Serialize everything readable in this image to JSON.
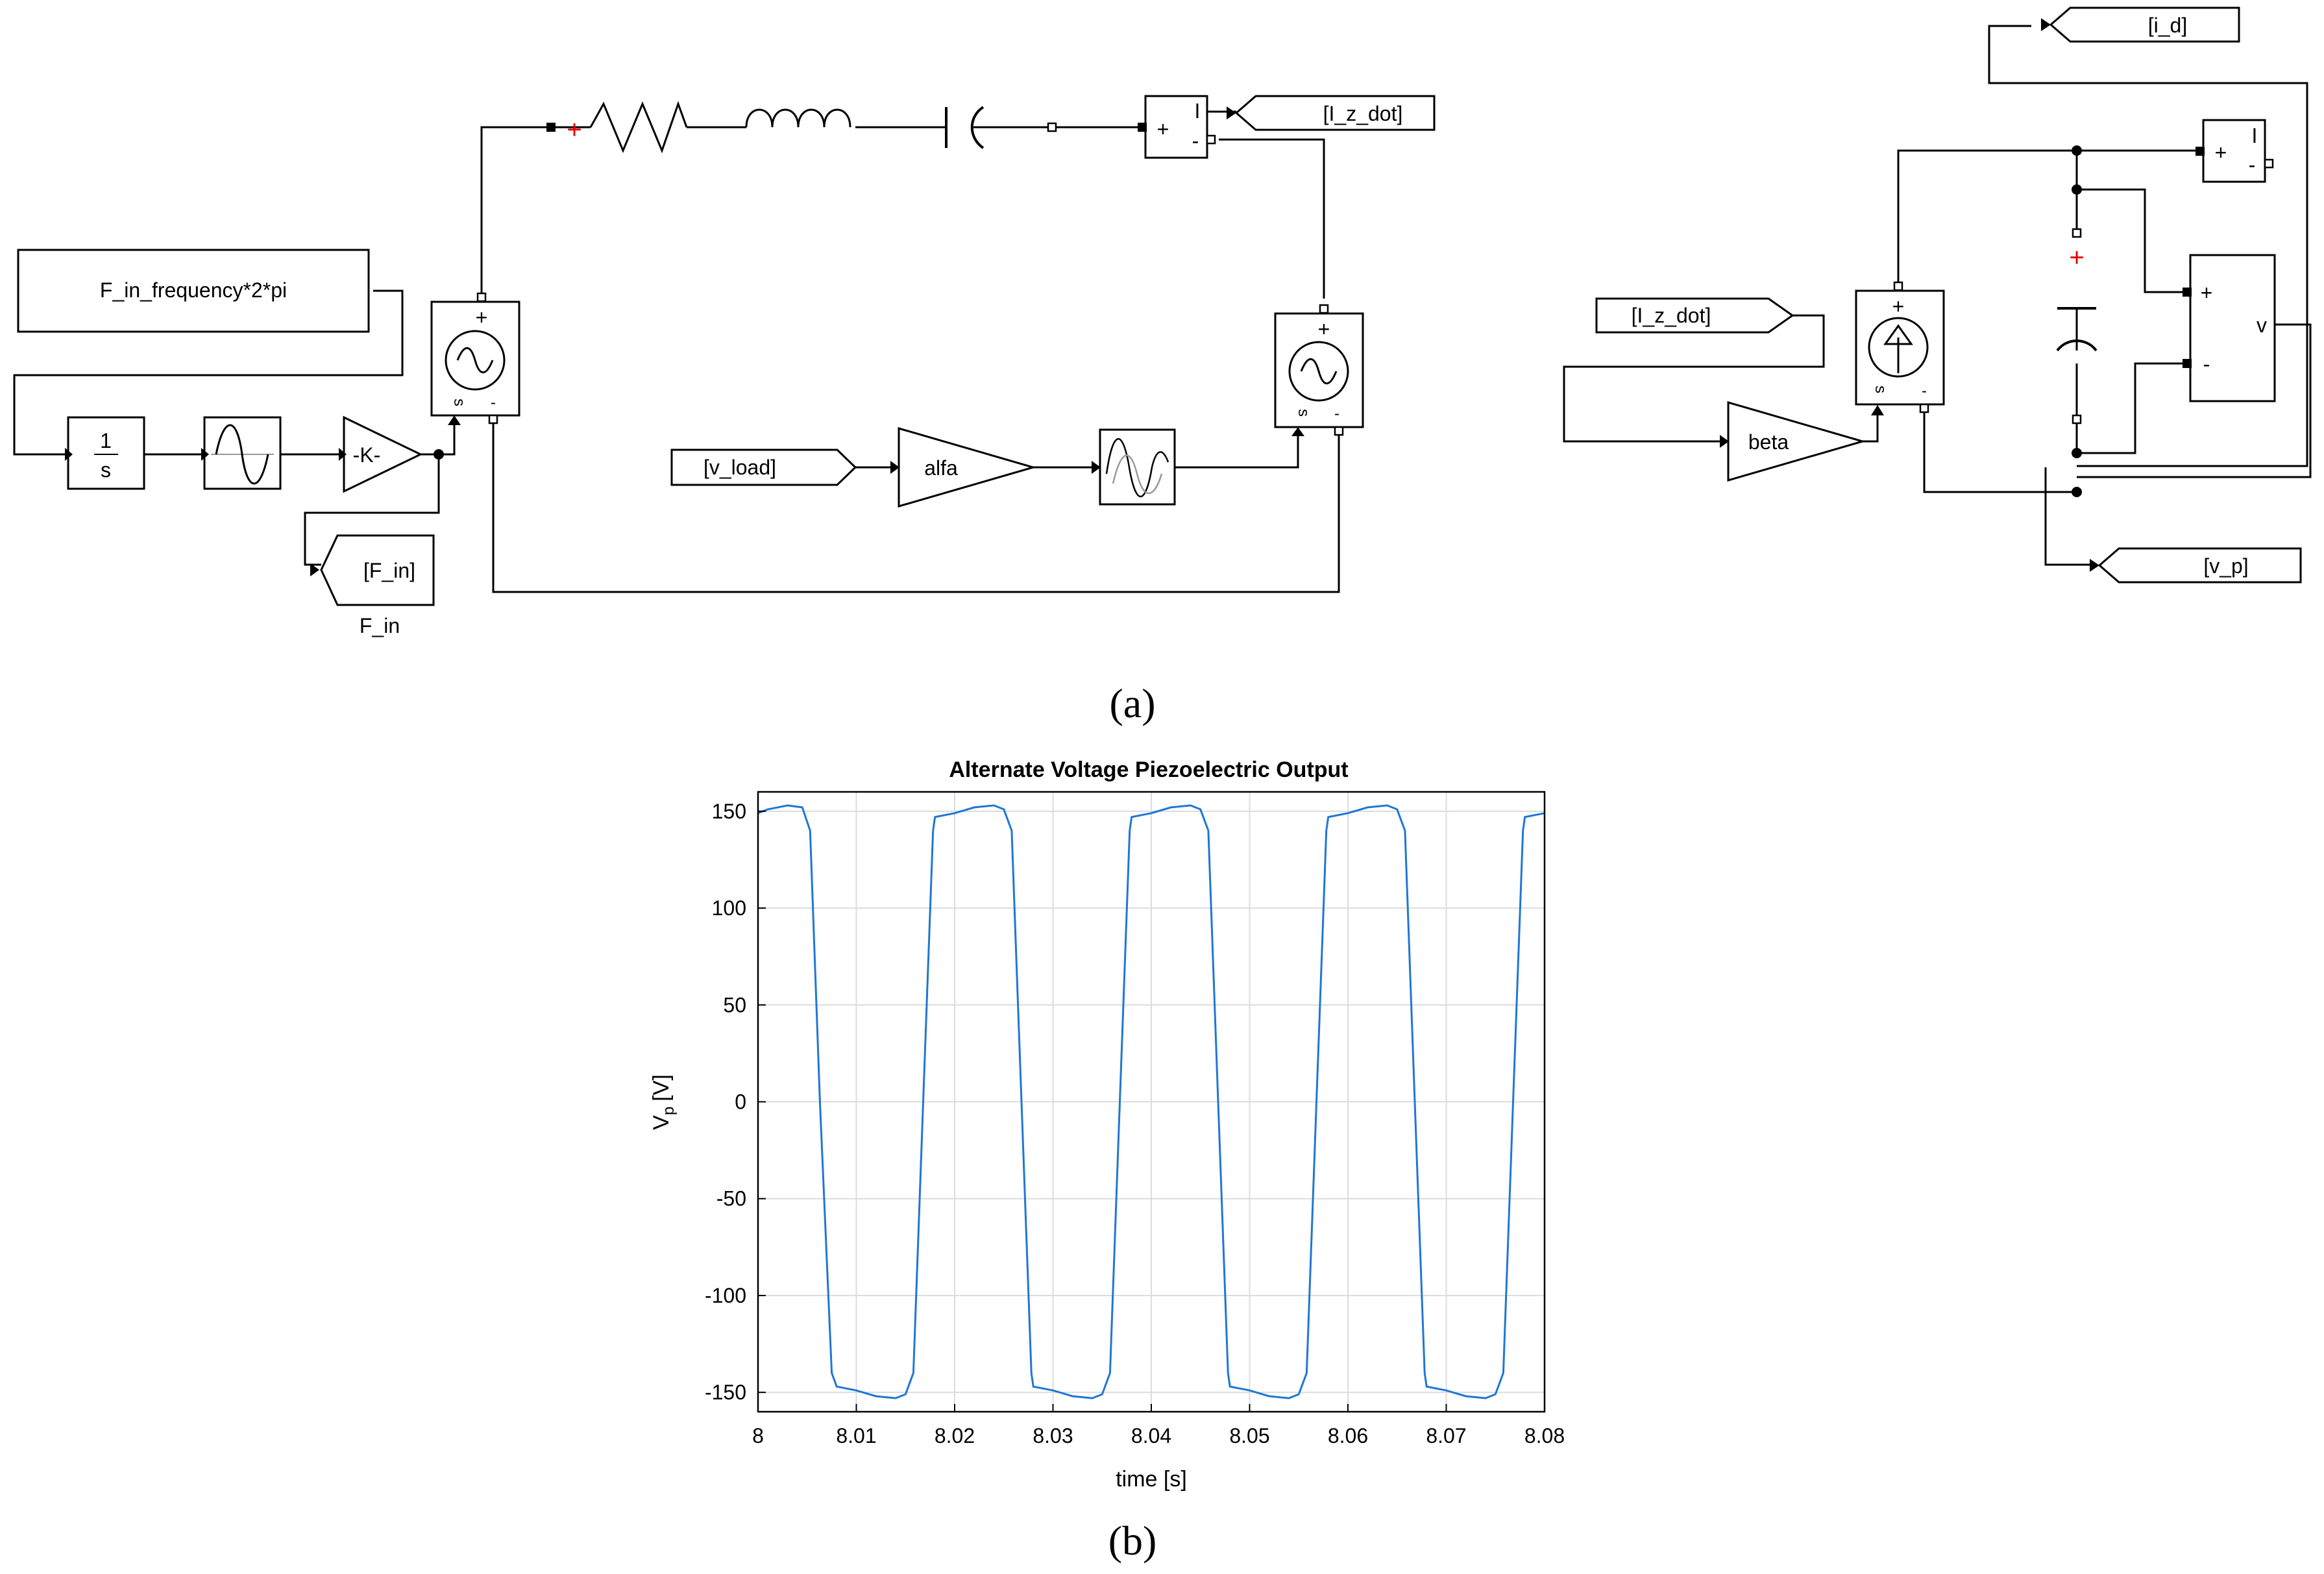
{
  "diagram_a": {
    "caption": "(a)",
    "blocks": {
      "freq_constant": "F_in_frequency*2*pi",
      "integrator_num": "1",
      "integrator_den": "s",
      "gain_k": "-K-",
      "goto_f_in": "[F_in]",
      "goto_f_in_name": "F_in",
      "from_v_load": "[v_load]",
      "gain_alfa": "alfa",
      "goto_i_z_dot": "[I_z_dot]",
      "from_i_z_dot": "[I_z_dot]",
      "gain_beta": "beta",
      "from_i_d": "[i_d]",
      "goto_v_p": "[v_p]",
      "voltmeter_v": "v",
      "current_sensor_i": "I",
      "current_sensor2_i": "I",
      "plus": "+",
      "minus": "-",
      "source_s": "s",
      "source_minus": "-"
    }
  },
  "plot_b": {
    "caption": "(b)"
  },
  "chart_data": {
    "type": "line",
    "title": "Alternate Voltage Piezoelectric Output",
    "xlabel": "time [s]",
    "ylabel_main": "V",
    "ylabel_sub": "p",
    "ylabel_unit": "[V]",
    "xlim": [
      8,
      8.08
    ],
    "ylim": [
      -160,
      160
    ],
    "xticks": [
      8,
      8.01,
      8.02,
      8.03,
      8.04,
      8.05,
      8.06,
      8.07,
      8.08
    ],
    "xtick_labels": [
      "8",
      "8.01",
      "8.02",
      "8.03",
      "8.04",
      "8.05",
      "8.06",
      "8.07",
      "8.08"
    ],
    "yticks": [
      150,
      100,
      50,
      0,
      -50,
      -100,
      -150
    ],
    "ytick_labels": [
      "150",
      "100",
      "50",
      "0",
      "-50",
      "-100",
      "-150"
    ],
    "grid": true,
    "line_color": "#1f77d4",
    "series": [
      {
        "x": [
          8.0,
          8.001,
          8.003,
          8.0045,
          8.0053,
          8.0063,
          8.0075,
          8.008,
          8.01,
          8.012,
          8.014,
          8.015,
          8.0158,
          8.0168,
          8.0178,
          8.018,
          8.02,
          8.022,
          8.024,
          8.025,
          8.0258,
          8.0268,
          8.0278,
          8.028,
          8.03,
          8.032,
          8.034,
          8.035,
          8.0358,
          8.0368,
          8.0378,
          8.038,
          8.04,
          8.042,
          8.044,
          8.045,
          8.0458,
          8.0468,
          8.0478,
          8.048,
          8.05,
          8.052,
          8.054,
          8.055,
          8.0558,
          8.0568,
          8.0578,
          8.058,
          8.06,
          8.062,
          8.064,
          8.065,
          8.0658,
          8.0668,
          8.0678,
          8.068,
          8.07,
          8.072,
          8.074,
          8.075,
          8.0758,
          8.0768,
          8.0778,
          8.078,
          8.08
        ],
        "y": [
          149,
          151,
          153,
          152,
          140,
          0,
          -140,
          -147,
          -149,
          -152,
          -153,
          -151,
          -140,
          0,
          140,
          147,
          149,
          152,
          153,
          151,
          140,
          0,
          -140,
          -147,
          -149,
          -152,
          -153,
          -151,
          -140,
          0,
          140,
          147,
          149,
          152,
          153,
          151,
          140,
          0,
          -140,
          -147,
          -149,
          -152,
          -153,
          -151,
          -140,
          0,
          140,
          147,
          149,
          152,
          153,
          151,
          140,
          0,
          -140,
          -147,
          -149,
          -152,
          -153,
          -151,
          -140,
          0,
          140,
          147,
          149
        ]
      }
    ]
  }
}
